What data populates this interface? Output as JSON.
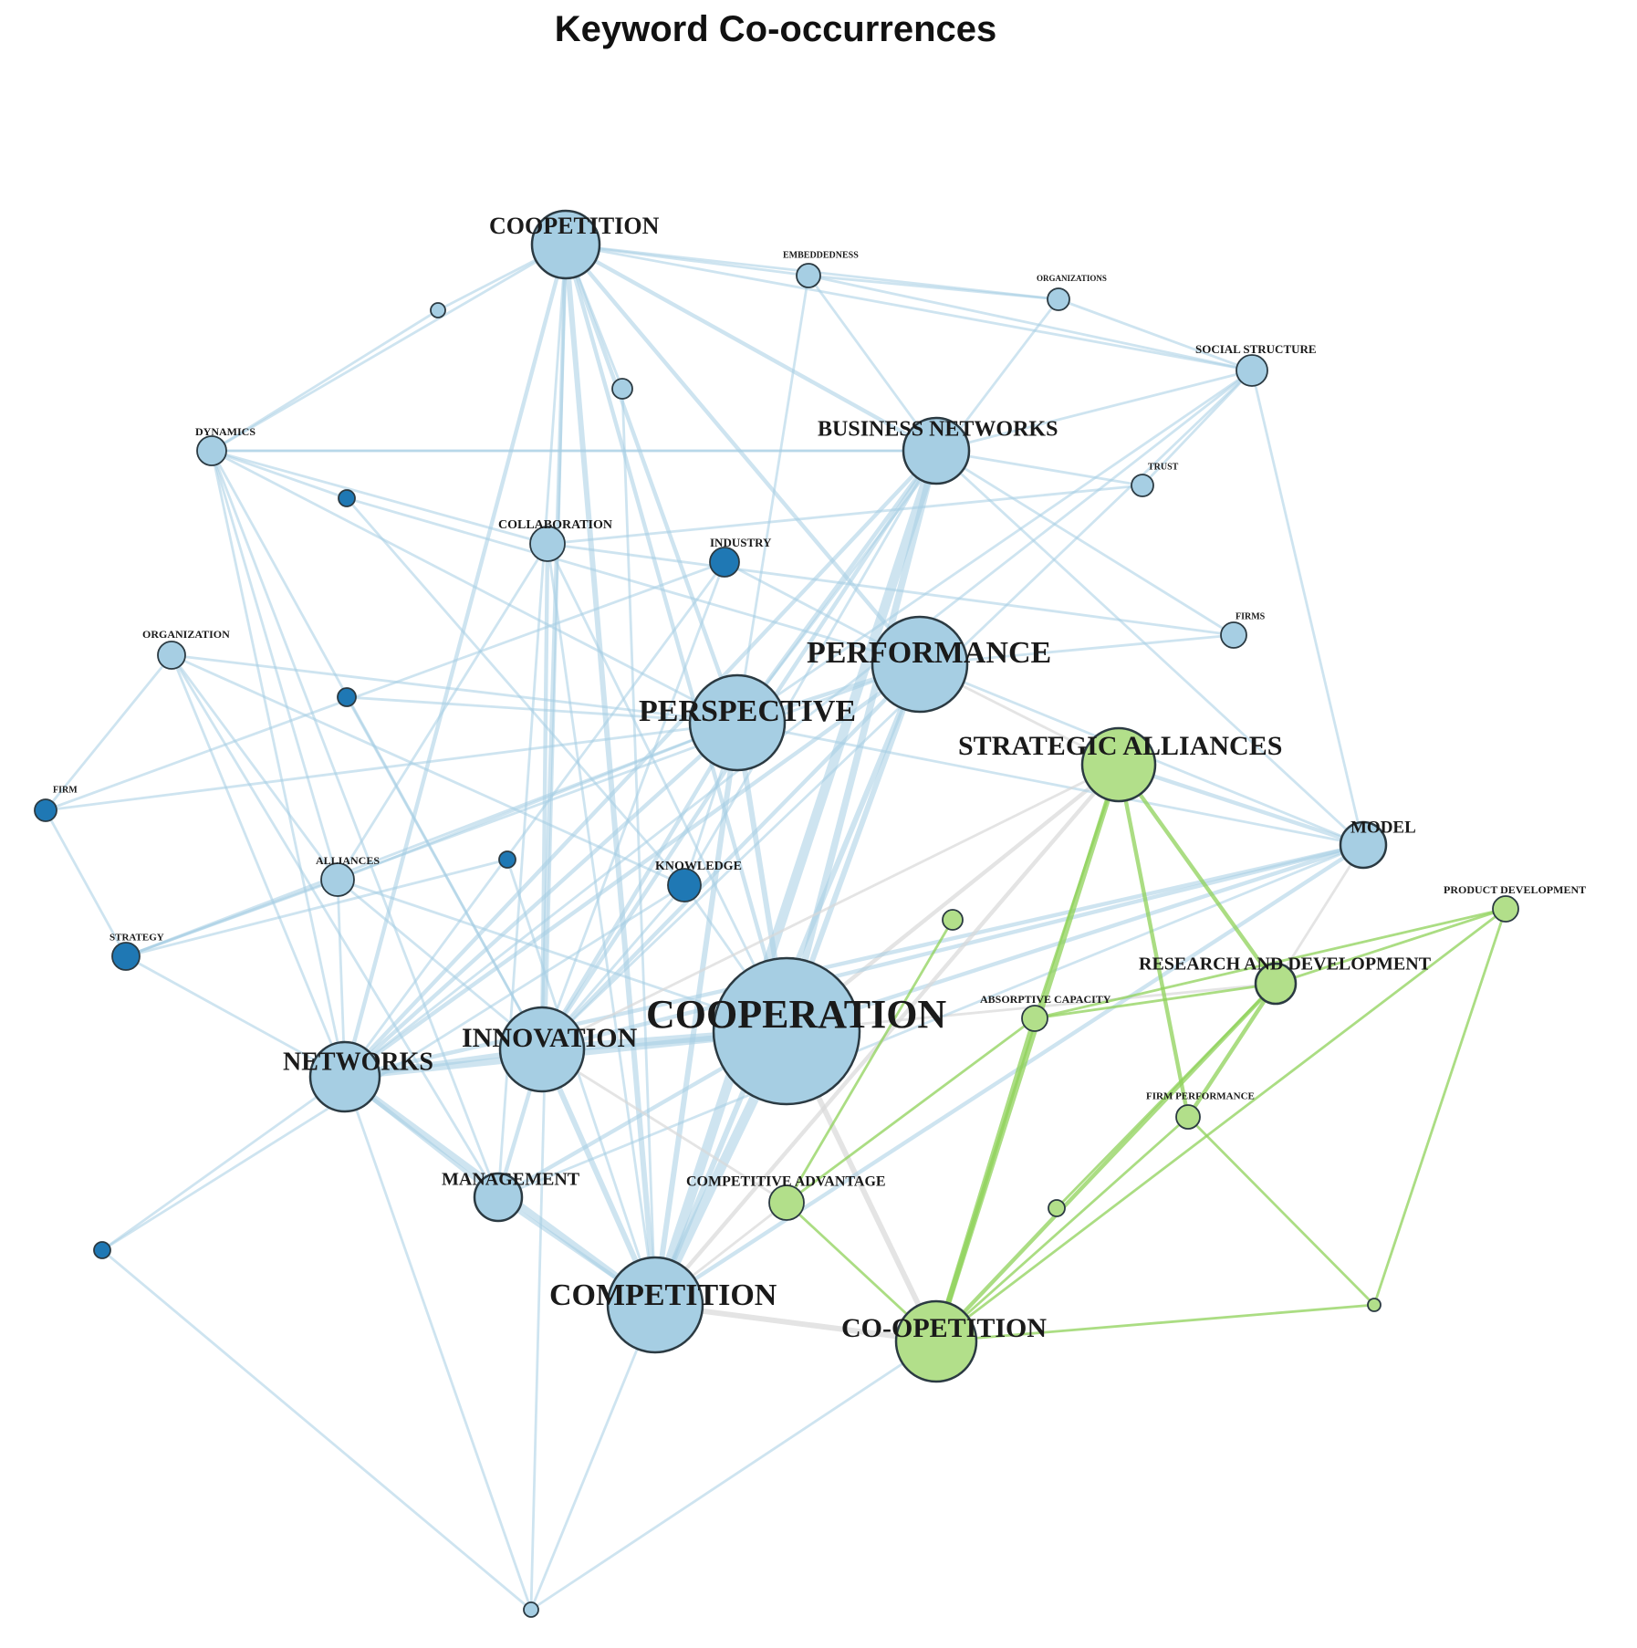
{
  "title": "Keyword Co-occurrences",
  "colors": {
    "light_blue": "#a6cee3",
    "dark_blue": "#1f78b4",
    "light_green": "#b2df8a",
    "edge_blue": "#a6cee3",
    "edge_green": "#8fd15a",
    "edge_grey": "#d9d9d9"
  },
  "nodes": [
    {
      "id": "cooperation",
      "label": "COOPERATION",
      "group": "light_blue"
    },
    {
      "id": "competition",
      "label": "COMPETITION",
      "group": "light_blue"
    },
    {
      "id": "performance",
      "label": "PERFORMANCE",
      "group": "light_blue"
    },
    {
      "id": "perspective",
      "label": "PERSPECTIVE",
      "group": "light_blue"
    },
    {
      "id": "coopetition",
      "label": "COOPETITION",
      "group": "light_blue"
    },
    {
      "id": "business-networks",
      "label": "BUSINESS NETWORKS",
      "group": "light_blue"
    },
    {
      "id": "innovation",
      "label": "INNOVATION",
      "group": "light_blue"
    },
    {
      "id": "networks",
      "label": "NETWORKS",
      "group": "light_blue"
    },
    {
      "id": "management",
      "label": "MANAGEMENT",
      "group": "light_blue"
    },
    {
      "id": "model",
      "label": "MODEL",
      "group": "light_blue"
    },
    {
      "id": "collaboration",
      "label": "COLLABORATION",
      "group": "light_blue"
    },
    {
      "id": "dynamics",
      "label": "DYNAMICS",
      "group": "light_blue"
    },
    {
      "id": "organization",
      "label": "ORGANIZATION",
      "group": "light_blue"
    },
    {
      "id": "alliances",
      "label": "ALLIANCES",
      "group": "light_blue"
    },
    {
      "id": "social-structure",
      "label": "SOCIAL STRUCTURE",
      "group": "light_blue"
    },
    {
      "id": "embeddedness",
      "label": "EMBEDDEDNESS",
      "group": "light_blue"
    },
    {
      "id": "organizations",
      "label": "ORGANIZATIONS",
      "group": "light_blue"
    },
    {
      "id": "trust",
      "label": "TRUST",
      "group": "light_blue"
    },
    {
      "id": "firms",
      "label": "FIRMS",
      "group": "light_blue"
    },
    {
      "id": "n-top-small",
      "label": "",
      "group": "light_blue"
    },
    {
      "id": "n-mid-small",
      "label": "",
      "group": "light_blue"
    },
    {
      "id": "n-bottom",
      "label": "",
      "group": "light_blue"
    },
    {
      "id": "industry",
      "label": "INDUSTRY",
      "group": "dark_blue"
    },
    {
      "id": "knowledge",
      "label": "KNOWLEDGE",
      "group": "dark_blue"
    },
    {
      "id": "firm",
      "label": "FIRM",
      "group": "dark_blue"
    },
    {
      "id": "strategy",
      "label": "STRATEGY",
      "group": "dark_blue"
    },
    {
      "id": "n-dark-1",
      "label": "",
      "group": "dark_blue"
    },
    {
      "id": "n-dark-2",
      "label": "",
      "group": "dark_blue"
    },
    {
      "id": "n-dark-3",
      "label": "",
      "group": "dark_blue"
    },
    {
      "id": "n-dark-4",
      "label": "",
      "group": "dark_blue"
    },
    {
      "id": "strategic-alliances",
      "label": "STRATEGIC ALLIANCES",
      "group": "light_green"
    },
    {
      "id": "co-opetition",
      "label": "CO-OPETITION",
      "group": "light_green"
    },
    {
      "id": "research-and-development",
      "label": "RESEARCH AND DEVELOPMENT",
      "group": "light_green"
    },
    {
      "id": "absorptive-capacity",
      "label": "ABSORPTIVE CAPACITY",
      "group": "light_green"
    },
    {
      "id": "competitive-advantage",
      "label": "COMPETITIVE ADVANTAGE",
      "group": "light_green"
    },
    {
      "id": "firm-performance",
      "label": "FIRM PERFORMANCE",
      "group": "light_green"
    },
    {
      "id": "product-development",
      "label": "PRODUCT DEVELOPMENT",
      "group": "light_green"
    },
    {
      "id": "n-green-1",
      "label": "",
      "group": "light_green"
    },
    {
      "id": "n-green-2",
      "label": "",
      "group": "light_green"
    },
    {
      "id": "n-green-3",
      "label": "",
      "group": "light_green"
    }
  ],
  "edges": [
    [
      "cooperation",
      "competition",
      "blue",
      6
    ],
    [
      "cooperation",
      "innovation",
      "blue",
      5
    ],
    [
      "cooperation",
      "networks",
      "blue",
      4
    ],
    [
      "cooperation",
      "perspective",
      "blue",
      3
    ],
    [
      "cooperation",
      "performance",
      "blue",
      3
    ],
    [
      "cooperation",
      "business-networks",
      "blue",
      4
    ],
    [
      "cooperation",
      "coopetition",
      "blue",
      2
    ],
    [
      "cooperation",
      "model",
      "blue",
      2
    ],
    [
      "cooperation",
      "management",
      "blue",
      2
    ],
    [
      "cooperation",
      "co-opetition",
      "grey",
      3
    ],
    [
      "cooperation",
      "strategic-alliances",
      "grey",
      2
    ],
    [
      "cooperation",
      "research-and-development",
      "grey",
      1
    ],
    [
      "cooperation",
      "alliances",
      "blue",
      1
    ],
    [
      "cooperation",
      "knowledge",
      "blue",
      1
    ],
    [
      "cooperation",
      "collaboration",
      "blue",
      1
    ],
    [
      "competition",
      "business-networks",
      "blue",
      6
    ],
    [
      "competition",
      "innovation",
      "blue",
      3
    ],
    [
      "competition",
      "networks",
      "blue",
      4
    ],
    [
      "competition",
      "perspective",
      "blue",
      3
    ],
    [
      "competition",
      "performance",
      "blue",
      3
    ],
    [
      "competition",
      "coopetition",
      "blue",
      3
    ],
    [
      "competition",
      "model",
      "blue",
      2
    ],
    [
      "competition",
      "co-opetition",
      "grey",
      3
    ],
    [
      "competition",
      "management",
      "blue",
      2
    ],
    [
      "competition",
      "n-bottom",
      "blue",
      1
    ],
    [
      "competition",
      "collaboration",
      "blue",
      1
    ],
    [
      "competition",
      "competitive-advantage",
      "grey",
      1
    ],
    [
      "coopetition",
      "perspective",
      "blue",
      2
    ],
    [
      "coopetition",
      "innovation",
      "blue",
      2
    ],
    [
      "coopetition",
      "networks",
      "blue",
      2
    ],
    [
      "coopetition",
      "dynamics",
      "blue",
      1
    ],
    [
      "coopetition",
      "business-networks",
      "blue",
      2
    ],
    [
      "coopetition",
      "embeddedness",
      "blue",
      1
    ],
    [
      "coopetition",
      "organizations",
      "blue",
      1
    ],
    [
      "coopetition",
      "social-structure",
      "blue",
      1
    ],
    [
      "coopetition",
      "n-mid-small",
      "blue",
      1
    ],
    [
      "coopetition",
      "n-top-small",
      "blue",
      1
    ],
    [
      "coopetition",
      "performance",
      "blue",
      2
    ],
    [
      "coopetition",
      "management",
      "blue",
      1
    ],
    [
      "business-networks",
      "perspective",
      "blue",
      2
    ],
    [
      "business-networks",
      "innovation",
      "blue",
      2
    ],
    [
      "business-networks",
      "networks",
      "blue",
      2
    ],
    [
      "business-networks",
      "social-structure",
      "blue",
      1
    ],
    [
      "business-networks",
      "dynamics",
      "blue",
      1
    ],
    [
      "business-networks",
      "embeddedness",
      "blue",
      1
    ],
    [
      "business-networks",
      "trust",
      "blue",
      1
    ],
    [
      "business-networks",
      "firms",
      "blue",
      1
    ],
    [
      "business-networks",
      "model",
      "blue",
      1
    ],
    [
      "performance",
      "perspective",
      "blue",
      2
    ],
    [
      "performance",
      "firms",
      "blue",
      1
    ],
    [
      "performance",
      "innovation",
      "blue",
      2
    ],
    [
      "performance",
      "networks",
      "blue",
      2
    ],
    [
      "performance",
      "model",
      "blue",
      1
    ],
    [
      "performance",
      "strategic-alliances",
      "grey",
      1
    ],
    [
      "performance",
      "n-dark-2",
      "blue",
      1
    ],
    [
      "performance",
      "strategy",
      "blue",
      1
    ],
    [
      "performance",
      "industry",
      "blue",
      1
    ],
    [
      "perspective",
      "innovation",
      "blue",
      2
    ],
    [
      "perspective",
      "networks",
      "blue",
      2
    ],
    [
      "perspective",
      "model",
      "blue",
      1
    ],
    [
      "perspective",
      "dynamics",
      "blue",
      1
    ],
    [
      "perspective",
      "organization",
      "blue",
      1
    ],
    [
      "perspective",
      "alliances",
      "blue",
      1
    ],
    [
      "perspective",
      "strategy",
      "blue",
      1
    ],
    [
      "perspective",
      "firm",
      "blue",
      1
    ],
    [
      "perspective",
      "knowledge",
      "blue",
      1
    ],
    [
      "innovation",
      "networks",
      "blue",
      3
    ],
    [
      "innovation",
      "management",
      "blue",
      2
    ],
    [
      "innovation",
      "collaboration",
      "blue",
      2
    ],
    [
      "innovation",
      "knowledge",
      "blue",
      1
    ],
    [
      "innovation",
      "alliances",
      "blue",
      1
    ],
    [
      "innovation",
      "dynamics",
      "blue",
      1
    ],
    [
      "innovation",
      "industry",
      "blue",
      1
    ],
    [
      "innovation",
      "n-dark-3",
      "blue",
      1
    ],
    [
      "innovation",
      "social-structure",
      "blue",
      1
    ],
    [
      "networks",
      "dynamics",
      "blue",
      1
    ],
    [
      "networks",
      "organization",
      "blue",
      1
    ],
    [
      "networks",
      "alliances",
      "blue",
      1
    ],
    [
      "networks",
      "management",
      "blue",
      2
    ],
    [
      "networks",
      "strategy",
      "blue",
      1
    ],
    [
      "networks",
      "n-dark-1",
      "blue",
      1
    ],
    [
      "networks",
      "industry",
      "blue",
      1
    ],
    [
      "networks",
      "n-bottom",
      "blue",
      1
    ],
    [
      "networks",
      "social-structure",
      "blue",
      1
    ],
    [
      "dynamics",
      "n-top-small",
      "blue",
      1
    ],
    [
      "dynamics",
      "collaboration",
      "blue",
      1
    ],
    [
      "dynamics",
      "management",
      "blue",
      1
    ],
    [
      "dynamics",
      "alliances",
      "blue",
      1
    ],
    [
      "dynamics",
      "business-networks",
      "blue",
      1
    ],
    [
      "dynamics",
      "n-dark-2",
      "blue",
      1
    ],
    [
      "organization",
      "firm",
      "blue",
      1
    ],
    [
      "organization",
      "alliances",
      "blue",
      1
    ],
    [
      "organization",
      "management",
      "blue",
      1
    ],
    [
      "organization",
      "knowledge",
      "blue",
      1
    ],
    [
      "firm",
      "strategy",
      "blue",
      1
    ],
    [
      "firm",
      "industry",
      "blue",
      1
    ],
    [
      "strategy",
      "n-dark-4",
      "blue",
      1
    ],
    [
      "strategy",
      "alliances",
      "blue",
      1
    ],
    [
      "n-dark-4",
      "competition",
      "blue",
      1
    ],
    [
      "model",
      "strategic-alliances",
      "blue",
      2
    ],
    [
      "model",
      "research-and-development",
      "grey",
      1
    ],
    [
      "model",
      "management",
      "blue",
      1
    ],
    [
      "model",
      "networks",
      "blue",
      2
    ],
    [
      "model",
      "innovation",
      "blue",
      2
    ],
    [
      "model",
      "social-structure",
      "blue",
      1
    ],
    [
      "social-structure",
      "embeddedness",
      "blue",
      1
    ],
    [
      "social-structure",
      "organizations",
      "blue",
      1
    ],
    [
      "social-structure",
      "perspective",
      "blue",
      1
    ],
    [
      "social-structure",
      "trust",
      "blue",
      1
    ],
    [
      "embeddedness",
      "organizations",
      "blue",
      1
    ],
    [
      "embeddedness",
      "perspective",
      "blue",
      1
    ],
    [
      "organizations",
      "perspective",
      "blue",
      1
    ],
    [
      "trust",
      "collaboration",
      "blue",
      1
    ],
    [
      "firms",
      "collaboration",
      "blue",
      1
    ],
    [
      "strategic-alliances",
      "co-opetition",
      "green",
      3
    ],
    [
      "strategic-alliances",
      "research-and-development",
      "green",
      2
    ],
    [
      "strategic-alliances",
      "firm-performance",
      "green",
      2
    ],
    [
      "strategic-alliances",
      "absorptive-capacity",
      "green",
      1
    ],
    [
      "strategic-alliances",
      "competition",
      "grey",
      2
    ],
    [
      "strategic-alliances",
      "innovation",
      "grey",
      1
    ],
    [
      "co-opetition",
      "research-and-development",
      "green",
      2
    ],
    [
      "co-opetition",
      "firm-performance",
      "green",
      1
    ],
    [
      "co-opetition",
      "absorptive-capacity",
      "green",
      3
    ],
    [
      "co-opetition",
      "competitive-advantage",
      "green",
      1
    ],
    [
      "co-opetition",
      "n-green-3",
      "green",
      1
    ],
    [
      "co-opetition",
      "product-development",
      "green",
      1
    ],
    [
      "research-and-development",
      "firm-performance",
      "green",
      2
    ],
    [
      "research-and-development",
      "product-development",
      "green",
      1
    ],
    [
      "research-and-development",
      "absorptive-capacity",
      "green",
      1
    ],
    [
      "research-and-development",
      "n-green-2",
      "green",
      1
    ],
    [
      "absorptive-capacity",
      "competitive-advantage",
      "green",
      1
    ],
    [
      "absorptive-capacity",
      "product-development",
      "green",
      1
    ],
    [
      "competitive-advantage",
      "innovation",
      "grey",
      1
    ],
    [
      "competitive-advantage",
      "n-green-1",
      "green",
      1
    ],
    [
      "product-development",
      "n-green-3",
      "green",
      1
    ],
    [
      "firm-performance",
      "n-green-3",
      "green",
      1
    ],
    [
      "n-bottom",
      "coopetition",
      "blue",
      1
    ],
    [
      "n-bottom",
      "co-opetition",
      "blue",
      1
    ],
    [
      "n-bottom",
      "n-dark-1",
      "blue",
      1
    ],
    [
      "n-mid-small",
      "competition",
      "blue",
      1
    ],
    [
      "n-dark-1",
      "knowledge",
      "blue",
      1
    ],
    [
      "n-dark-2",
      "knowledge",
      "blue",
      1
    ],
    [
      "n-dark-3",
      "perspective",
      "blue",
      1
    ],
    [
      "knowledge",
      "business-networks",
      "blue",
      1
    ],
    [
      "alliances",
      "collaboration",
      "blue",
      1
    ]
  ]
}
